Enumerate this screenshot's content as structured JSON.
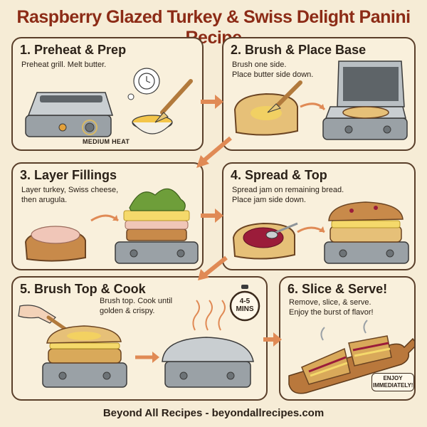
{
  "title": "Raspberry Glazed Turkey & Swiss Delight Panini Recipe",
  "steps": [
    {
      "title": "1. Preheat & Prep",
      "desc": "Preheat grill. Melt butter.",
      "label": "MEDIUM HEAT"
    },
    {
      "title": "2. Brush & Place Base",
      "desc": "Brush one side.\nPlace butter side down."
    },
    {
      "title": "3. Layer Fillings",
      "desc": "Layer turkey, Swiss cheese,\nthen arugula."
    },
    {
      "title": "4. Spread & Top",
      "desc": "Spread jam on remaining bread.\nPlace jam side down."
    },
    {
      "title": "5. Brush Top & Cook",
      "desc": "Brush top. Cook until\ngolden & crispy.",
      "timer": "4-5\nMINS"
    },
    {
      "title": "6. Slice & Serve!",
      "desc": "Remove, slice, & serve.\nEnjoy the burst of flavor!",
      "badge": "ENJOY\nIMMEDIATELY!"
    }
  ],
  "footer": "Beyond All Recipes - beyondallrecipes.com",
  "colors": {
    "background": "#f6ecd6",
    "title": "#8c2b16",
    "arrow": "#e08a55",
    "border": "#5a3f2a"
  }
}
